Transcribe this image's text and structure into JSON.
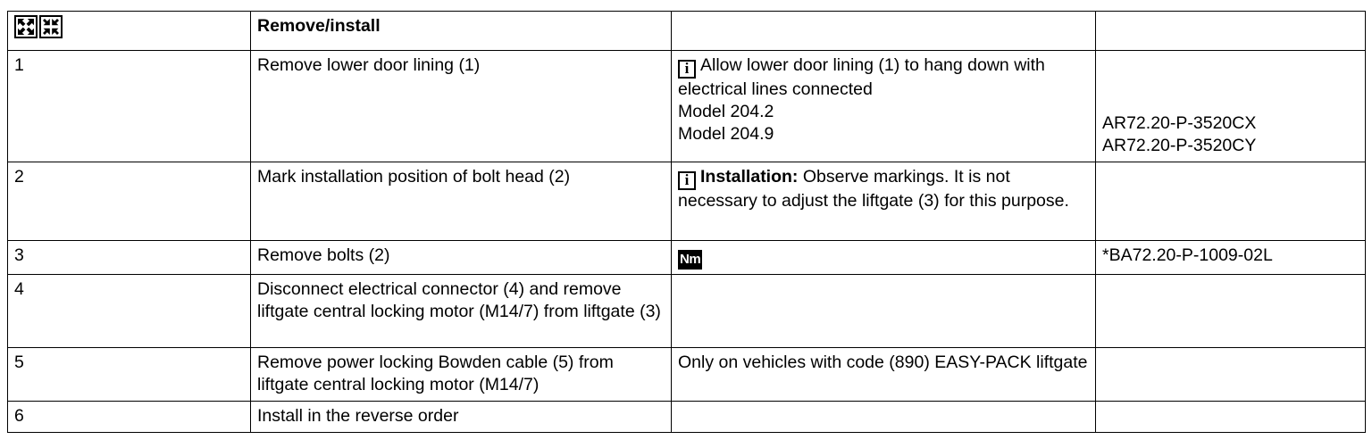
{
  "document": {
    "type": "service-procedure-table",
    "background_color": "#ffffff",
    "text_color": "#000000"
  },
  "table": {
    "columns": [
      {
        "key": "step",
        "header_icons": [
          "remove-icon",
          "install-icon"
        ]
      },
      {
        "key": "operation",
        "header_label": "Remove/install"
      },
      {
        "key": "note",
        "header_label": ""
      },
      {
        "key": "reference",
        "header_label": ""
      }
    ],
    "rows": [
      {
        "step": "1",
        "operation": "Remove lower door lining (1)",
        "note_icon": "info-icon",
        "note_lines": [
          "Allow lower door lining (1) to hang down with electrical lines connected",
          "Model 204.2",
          "Model 204.9"
        ],
        "reference_lines": [
          "AR72.20-P-3520CX",
          "AR72.20-P-3520CY"
        ]
      },
      {
        "step": "2",
        "operation": "Mark installation position of bolt head (2)",
        "note_icon": "info-icon",
        "note_bold_lead": "Installation:",
        "note_text": " Observe markings. It is not necessary to adjust the liftgate (3) for this purpose.",
        "reference_lines": []
      },
      {
        "step": "3",
        "operation": "Remove bolts (2)",
        "note_icon": "nm-icon",
        "note_icon_label": "Nm",
        "note_text": "",
        "reference_lines": [
          "*BA72.20-P-1009-02L"
        ]
      },
      {
        "step": "4",
        "operation": "Disconnect electrical connector (4) and remove liftgate central locking motor (M14/7) from liftgate (3)",
        "note_text": "",
        "reference_lines": []
      },
      {
        "step": "5",
        "operation": "Remove power locking Bowden cable (5) from liftgate central locking motor (M14/7)",
        "note_text": "Only on vehicles with code (890) EASY-PACK liftgate",
        "reference_lines": []
      },
      {
        "step": "6",
        "operation": "Install in the reverse order",
        "note_text": "",
        "reference_lines": []
      }
    ]
  }
}
